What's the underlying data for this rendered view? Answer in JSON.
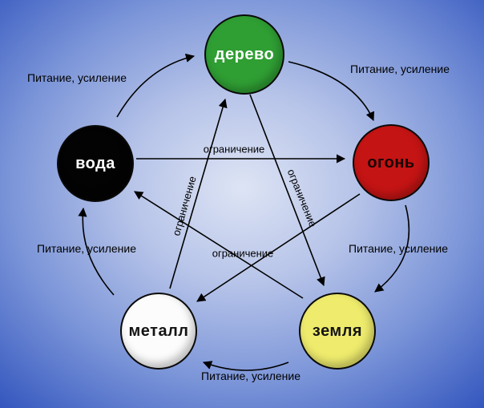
{
  "nodes": {
    "wood": {
      "label": "дерево",
      "color": "#2f9e33",
      "text_color": "#ffffff"
    },
    "fire": {
      "label": "огонь",
      "color": "#c51414",
      "text_color": "#1a0505"
    },
    "earth": {
      "label": "земля",
      "color": "#eeeb6d",
      "text_color": "#141414"
    },
    "metal": {
      "label": "металл",
      "color": "#fcfcfc",
      "text_color": "#141414"
    },
    "water": {
      "label": "вода",
      "color": "#030303",
      "text_color": "#ffffff"
    }
  },
  "edge_labels": {
    "feeding": "Питание, усиление",
    "restriction": "ограничение"
  },
  "cycles": {
    "feeding": [
      [
        "вода",
        "дерево"
      ],
      [
        "дерево",
        "огонь"
      ],
      [
        "огонь",
        "земля"
      ],
      [
        "земля",
        "металл"
      ],
      [
        "металл",
        "вода"
      ]
    ],
    "restriction": [
      [
        "вода",
        "огонь"
      ],
      [
        "дерево",
        "земля"
      ],
      [
        "огонь",
        "металл"
      ],
      [
        "земля",
        "вода"
      ],
      [
        "металл",
        "дерево"
      ]
    ]
  },
  "background": {
    "center": "#dde4f4",
    "edge": "#2a4ab2"
  }
}
